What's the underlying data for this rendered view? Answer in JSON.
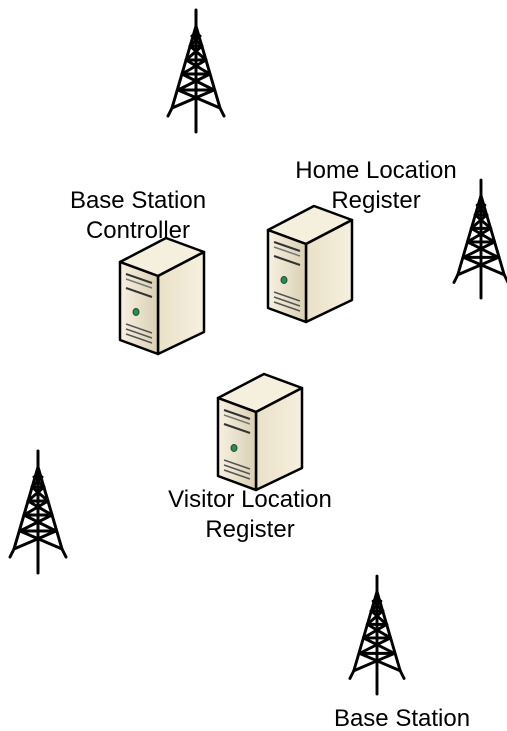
{
  "diagram": {
    "nodes": [
      {
        "id": "base-station-controller",
        "icon": "server-icon",
        "label_lines": [
          "Base Station",
          "Controller"
        ]
      },
      {
        "id": "home-location-register",
        "icon": "server-icon",
        "label_lines": [
          "Home Location",
          "Register"
        ]
      },
      {
        "id": "visitor-location-register",
        "icon": "server-icon",
        "label_lines": [
          "Visitor Location",
          "Register"
        ]
      },
      {
        "id": "tower-top",
        "icon": "radio-tower-icon",
        "label_lines": []
      },
      {
        "id": "tower-right",
        "icon": "radio-tower-icon",
        "label_lines": []
      },
      {
        "id": "tower-left",
        "icon": "radio-tower-icon",
        "label_lines": []
      },
      {
        "id": "tower-bottom",
        "icon": "radio-tower-icon",
        "label_lines": [
          "Base Station"
        ]
      }
    ]
  },
  "colors": {
    "server_fill": "#efe6cf",
    "server_shade": "#cfc3a2",
    "server_outline": "#000000",
    "led": "#2c8a54",
    "tower": "#000000"
  }
}
